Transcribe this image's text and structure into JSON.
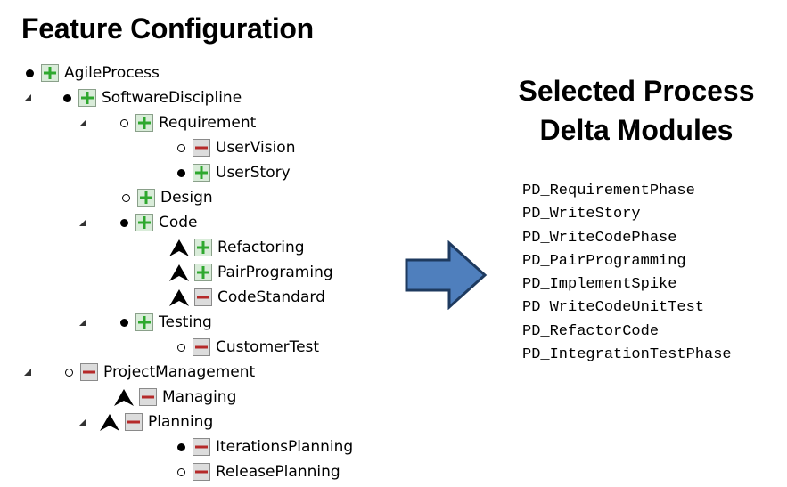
{
  "left_title": "Feature Configuration",
  "right_title_line1": "Selected Process",
  "right_title_line2": "Delta Modules",
  "colors": {
    "selected_green": "#2ea82e",
    "deselected_red": "#b52a2a",
    "arrow_fill": "#4f7fbd",
    "arrow_stroke": "#1e3a5f"
  },
  "tree": [
    {
      "label": "AgileProcess",
      "expander": false,
      "state": "full",
      "box": "plus"
    },
    {
      "label": "SoftwareDiscipline",
      "expander": true,
      "state": "full",
      "box": "plus"
    },
    {
      "label": "Requirement",
      "expander": true,
      "state": "empty",
      "box": "plus"
    },
    {
      "label": "UserVision",
      "expander": false,
      "state": "empty",
      "box": "minus"
    },
    {
      "label": "UserStory",
      "expander": false,
      "state": "full",
      "box": "plus"
    },
    {
      "label": "Design",
      "expander": false,
      "state": "empty",
      "box": "plus"
    },
    {
      "label": "Code",
      "expander": true,
      "state": "full",
      "box": "plus"
    },
    {
      "label": "Refactoring",
      "expander": false,
      "state": "alt",
      "box": "plus"
    },
    {
      "label": "PairPrograming",
      "expander": false,
      "state": "alt",
      "box": "plus"
    },
    {
      "label": "CodeStandard",
      "expander": false,
      "state": "alt",
      "box": "minus"
    },
    {
      "label": "Testing",
      "expander": true,
      "state": "full",
      "box": "plus"
    },
    {
      "label": "CustomerTest",
      "expander": false,
      "state": "empty",
      "box": "minus"
    },
    {
      "label": "ProjectManagement",
      "expander": true,
      "state": "empty",
      "box": "minus"
    },
    {
      "label": "Managing",
      "expander": false,
      "state": "alt",
      "box": "minus"
    },
    {
      "label": "Planning",
      "expander": true,
      "state": "alt",
      "box": "minus"
    },
    {
      "label": "IterationsPlanning",
      "expander": false,
      "state": "full",
      "box": "minus"
    },
    {
      "label": "ReleasePlanning",
      "expander": false,
      "state": "empty",
      "box": "minus"
    }
  ],
  "modules": [
    "PD_RequirementPhase",
    "PD_WriteStory",
    "PD_WriteCodePhase",
    "PD_PairProgramming",
    "PD_ImplementSpike",
    "PD_WriteCodeUnitTest",
    "PD_RefactorCode",
    "PD_IntegrationTestPhase"
  ]
}
